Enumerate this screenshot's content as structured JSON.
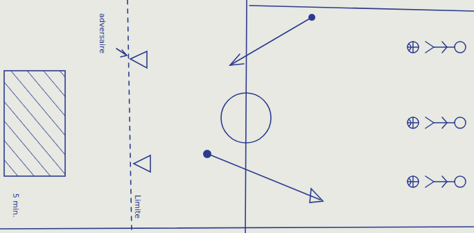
{
  "diagram": {
    "labels": [
      "adversaire",
      "Limite",
      "5 min."
    ]
  }
}
